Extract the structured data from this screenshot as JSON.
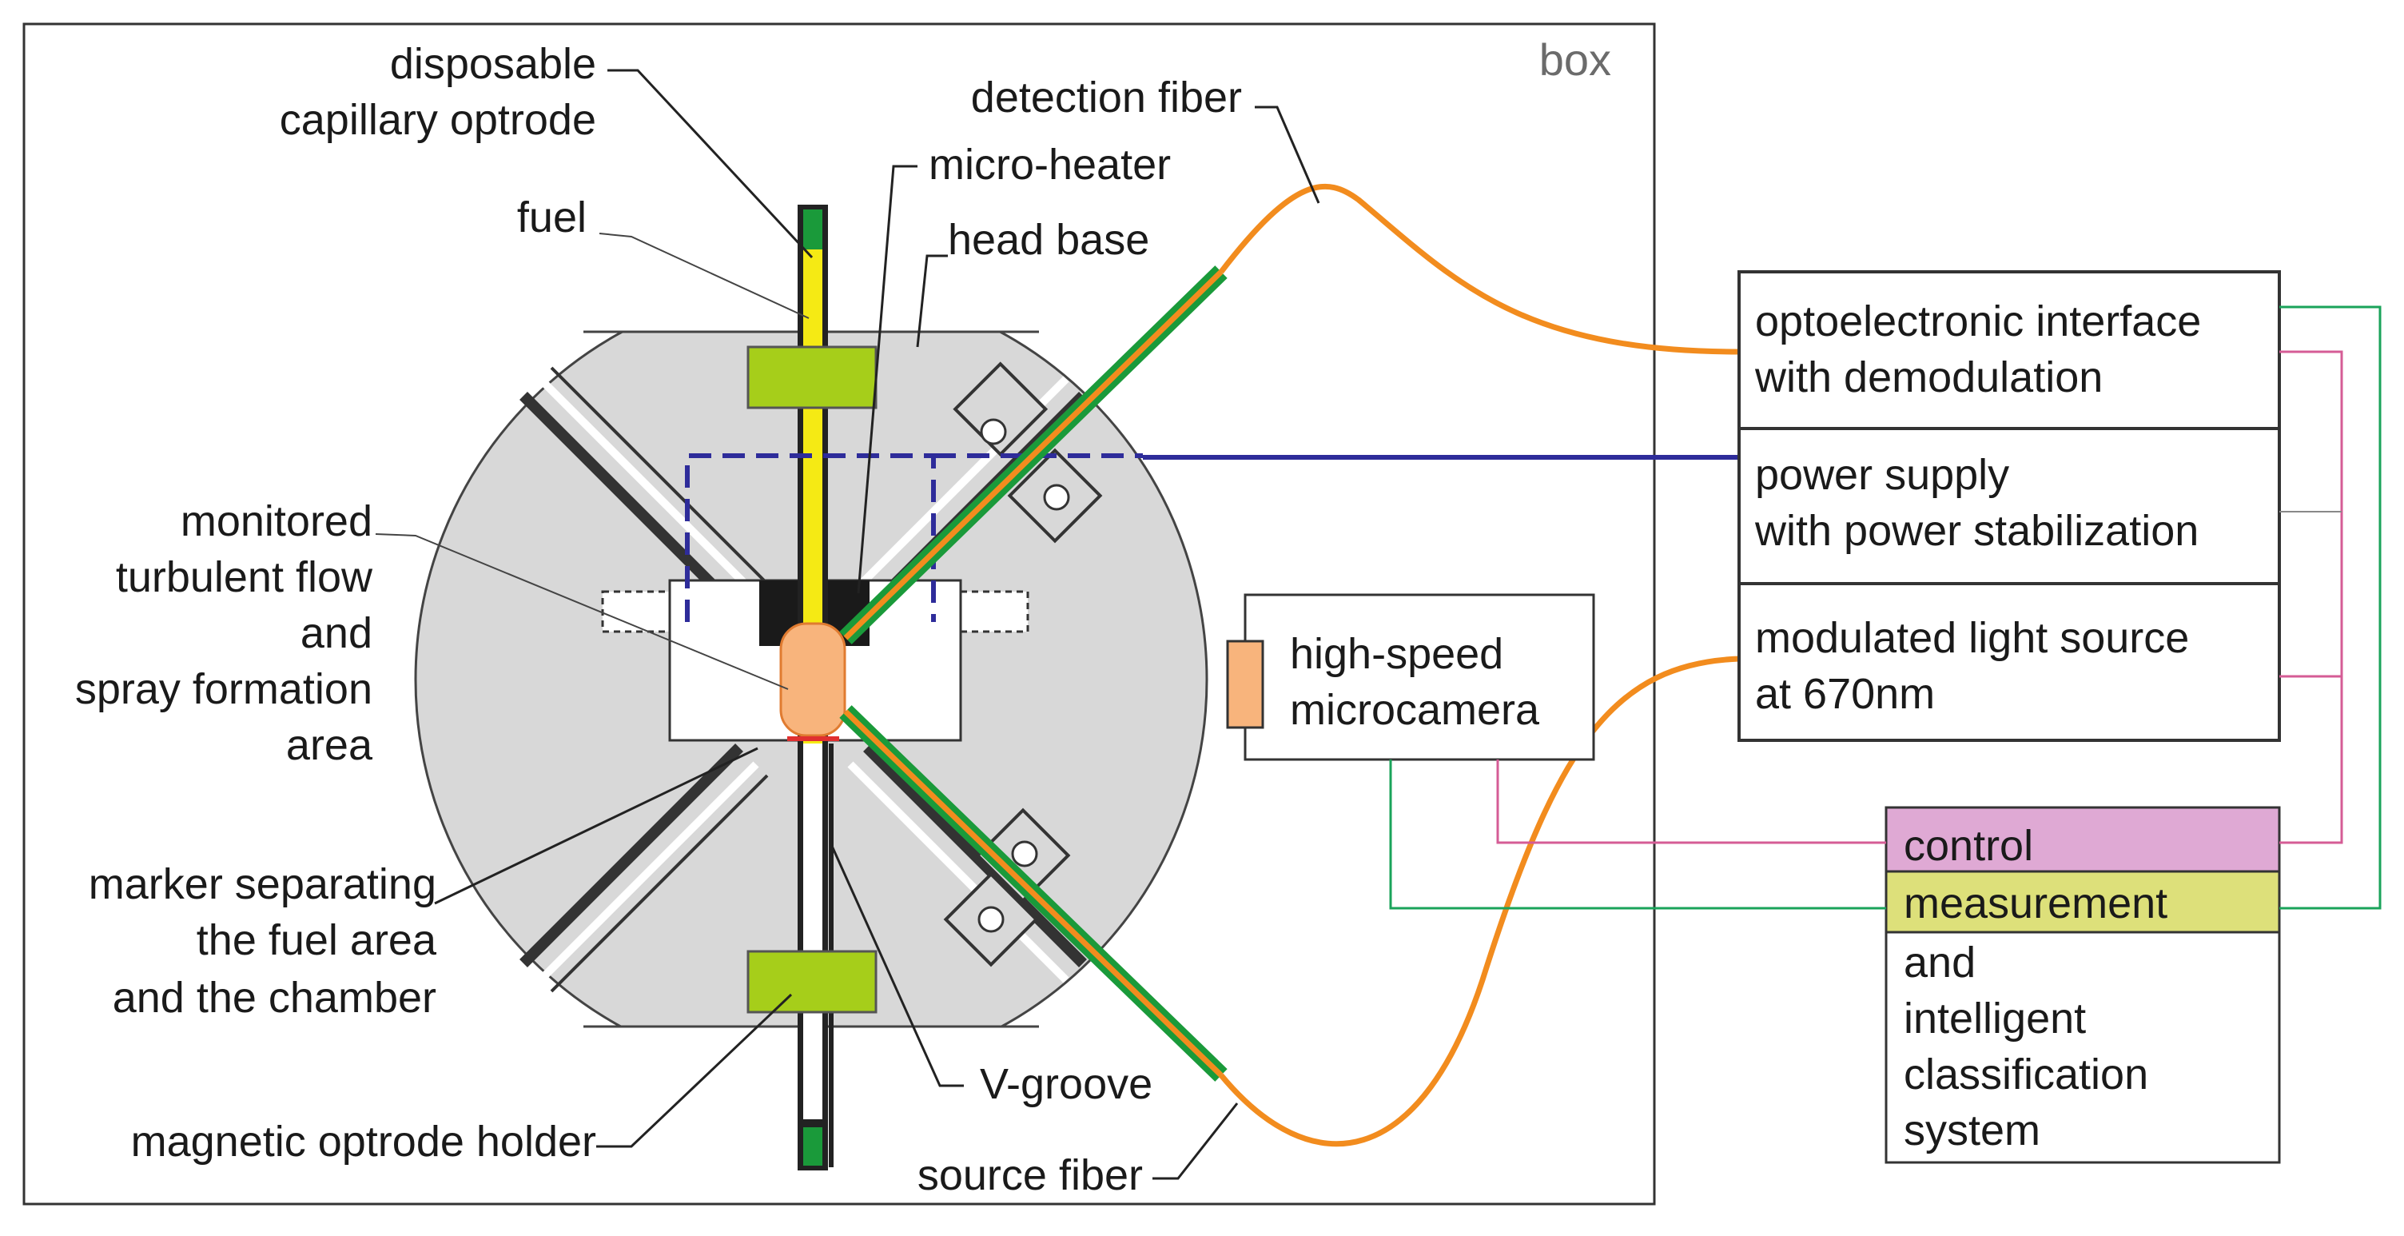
{
  "box_label": "box",
  "labels": {
    "disposable": [
      "disposable",
      "capillary optrode"
    ],
    "fuel": "fuel",
    "detection_fiber": "detection fiber",
    "micro_heater": "micro-heater",
    "head_base": "head base",
    "monitored": [
      "monitored",
      "turbulent flow",
      "and",
      "spray formation",
      "area"
    ],
    "marker": [
      "marker separating",
      "the fuel area",
      "and the chamber"
    ],
    "magnetic_holder": "magnetic optrode holder",
    "v_groove": "V-groove",
    "source_fiber": "source fiber"
  },
  "modules": {
    "interface": [
      "optoelectronic interface",
      "with demodulation"
    ],
    "power": [
      "power supply",
      "with power stabilization"
    ],
    "light_source": [
      "modulated light source",
      "at 670nm"
    ],
    "camera": [
      "high-speed",
      "microcamera"
    ],
    "control": "control",
    "measurement": "measurement",
    "system_rest": [
      "and",
      "intelligent",
      "classification",
      "system"
    ]
  },
  "colors": {
    "fiber": "#f28c1e",
    "green": "#1a9a3a",
    "yellow": "#f5ea14",
    "holder": "#a6ce1a",
    "head": "#d8d8d8",
    "control_bg": "#dfa9d4",
    "measurement_bg": "#dde07a",
    "power_line": "#2e2c9a",
    "pink_line": "#d55c96",
    "green_line": "#1aa35a",
    "flow_area": "#f8b47c"
  }
}
